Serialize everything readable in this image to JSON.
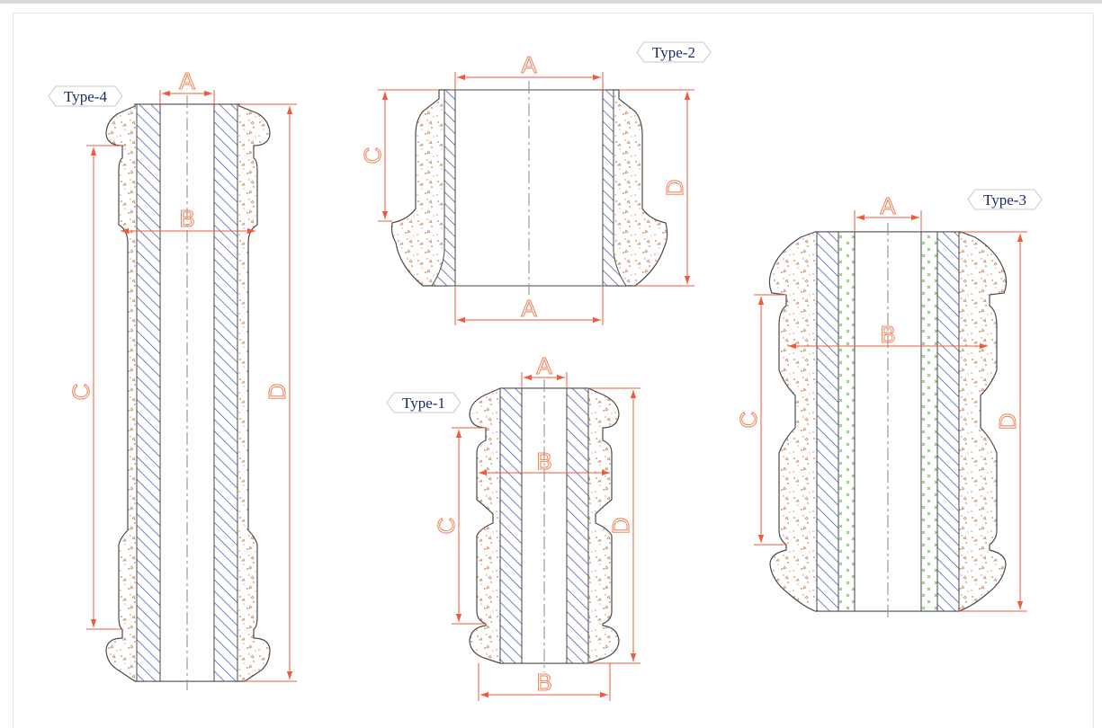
{
  "diagram": {
    "types": [
      {
        "id": "type-4",
        "label": "Type-4"
      },
      {
        "id": "type-2",
        "label": "Type-2"
      },
      {
        "id": "type-3",
        "label": "Type-3"
      },
      {
        "id": "type-1",
        "label": "Type-1"
      }
    ],
    "dimension_letters": {
      "a": "A",
      "b": "B",
      "c": "C",
      "d": "D"
    },
    "colors": {
      "outline": "#4a4a4a",
      "dimension": "#f05a3a",
      "dimension_text": "#f08a62",
      "rubber_speckle": "#c8845a",
      "metal_hatch": "#3b4bb0",
      "center_line": "#8a8a8a",
      "insert_marks": "#7cc46a",
      "tag_text": "#1b2a6b",
      "tag_border": "#c8c8c8"
    }
  }
}
